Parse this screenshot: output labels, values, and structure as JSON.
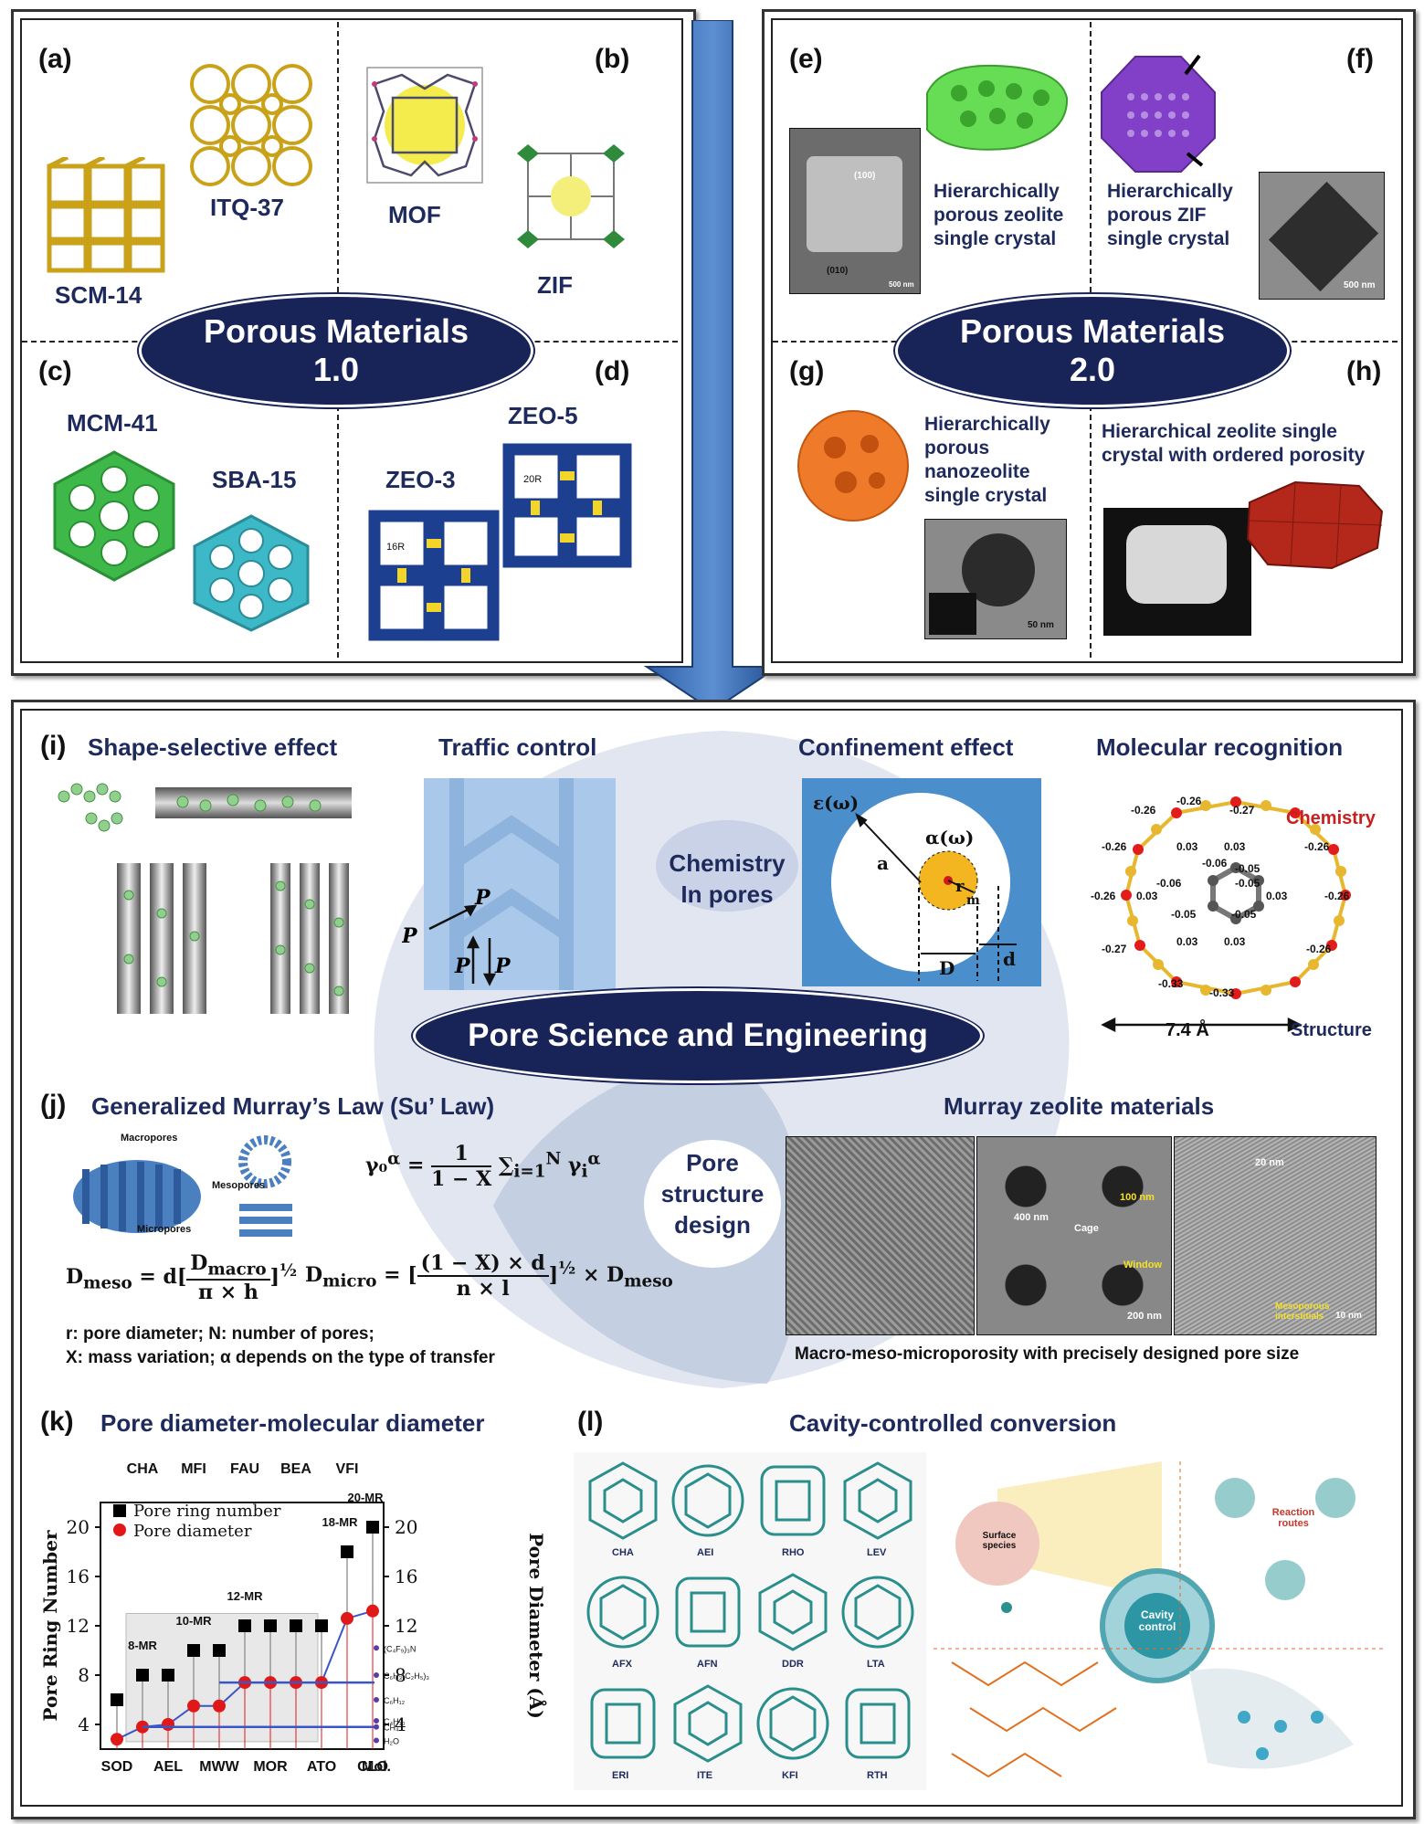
{
  "porous1": {
    "labels": [
      "(a)",
      "(b)",
      "(c)",
      "(d)"
    ],
    "materials": [
      "ITQ-37",
      "SCM-14",
      "MOF",
      "ZIF",
      "MCM-41",
      "SBA-15",
      "ZEO-3",
      "ZEO-5"
    ],
    "pore_labels": [
      "16R",
      "20R"
    ],
    "title_line1": "Porous Materials",
    "title_line2": "1.0"
  },
  "porous2": {
    "labels": [
      "(e)",
      "(f)",
      "(g)",
      "(h)"
    ],
    "captions": {
      "e": "Hierarchically porous zeolite single crystal",
      "f": "Hierarchically porous ZIF single crystal",
      "g": "Hierarchically porous nanozeolite single crystal",
      "h": "Hierarchical zeolite single crystal with ordered porosity"
    },
    "scale_e": "500 nm",
    "scale_f": "500 nm",
    "scale_g": "50 nm",
    "zone_e1": "(100)",
    "zone_e2": "(010)",
    "title_line1": "Porous Materials",
    "title_line2": "2.0"
  },
  "section_i": {
    "label": "(i)",
    "titles": [
      "Shape-selective effect",
      "Traffic control",
      "Confinement effect",
      "Molecular recognition"
    ],
    "center_text_line1": "Chemistry",
    "center_text_line2": "In pores",
    "traffic_labels": [
      "P",
      "P",
      "P",
      "P"
    ],
    "confinement": {
      "eps": "ε(ω)",
      "a": "a",
      "alpha": "α(ω)",
      "r": "r",
      "m": "m",
      "D": "D",
      "d": "d"
    },
    "recognition": {
      "chemistry": "Chemistry",
      "structure": "Structure",
      "distance": "7.4 Å",
      "charges": [
        "-0.26",
        "-0.26",
        "-0.27",
        "-0.26",
        "0.03",
        "0.03",
        "-0.06",
        "-0.05",
        "-0.26",
        "-0.06",
        "-0.05",
        "0.03",
        "0.03",
        "-0.26",
        "-0.05",
        "-0.05",
        "-0.26",
        "0.03",
        "0.03",
        "-0.27",
        "-0.33",
        "-0.33",
        "-0.26"
      ]
    }
  },
  "center_banner": "Pore Science and Engineering",
  "section_j": {
    "label": "(j)",
    "title_left": "Generalized Murray’s Law (Su’ Law)",
    "title_right": "Murray zeolite materials",
    "center_line1": "Pore",
    "center_line2": "structure",
    "center_line3": "design",
    "diagram_labels": [
      "Macropores",
      "Mesopores",
      "Micropores"
    ],
    "note_line1": "r: pore diameter; N: number of pores;",
    "note_line2": "X: mass variation; α depends on the type of transfer",
    "right_caption": "Macro-meso-microporosity with precisely designed pore size",
    "em_labels": [
      "400 nm",
      "Cage",
      "100 nm",
      "Window",
      "200 nm",
      "20 nm",
      "Mesoporous interstitials",
      "10 nm"
    ]
  },
  "section_k": {
    "label": "(k)",
    "title": "Pore diameter-molecular diameter"
  },
  "section_l": {
    "label": "(l)",
    "title": "Cavity-controlled conversion",
    "cages": [
      "CHA",
      "AEI",
      "RHO",
      "LEV",
      "AFX",
      "AFN",
      "DDR",
      "LTA",
      "ERI",
      "ITE",
      "KFI",
      "RTH"
    ],
    "center_badge": "Cavity control",
    "surface_species": "Surface species",
    "reaction_routes": "Reaction routes"
  },
  "chart_data": {
    "type": "scatter",
    "title": "",
    "xlabel": "",
    "ylabel": "Pore Ring Number",
    "ylabel_right": "Pore Diameter (Å)",
    "x_top_labels": [
      "CHA",
      "MFI",
      "FAU",
      "BEA",
      "VFI"
    ],
    "x_bottom_labels": [
      "SOD",
      "AEL",
      "MWW",
      "MOR",
      "ATO",
      "CLO",
      "Mol."
    ],
    "x": [
      "SOD",
      "CHA",
      "AEL",
      "MFI",
      "MWW",
      "FAU",
      "MOR",
      "BEA",
      "ATO",
      "VFI",
      "CLO"
    ],
    "ylim": [
      2,
      22
    ],
    "yticks": [
      4,
      8,
      12,
      16,
      20
    ],
    "legend": [
      "Pore ring number",
      "Pore diameter"
    ],
    "legend_placement": "top-left",
    "series": [
      {
        "name": "Pore ring number",
        "marker": "square",
        "color": "#000000",
        "values": [
          6,
          8,
          8,
          10,
          10,
          12,
          12,
          12,
          12,
          18,
          20
        ]
      },
      {
        "name": "Pore diameter",
        "marker": "circle",
        "color": "#e01818",
        "values": [
          2.8,
          3.8,
          4.0,
          5.5,
          5.5,
          7.4,
          7.4,
          7.4,
          7.4,
          12.6,
          13.2
        ]
      }
    ],
    "ring_annotations": [
      "8-MR",
      "10-MR",
      "12-MR",
      "18-MR",
      "20-MR"
    ],
    "molecules": [
      {
        "label": "(C₄F₉)₃N",
        "value": 10.2
      },
      {
        "label": "C₆H₃(C₂H₅)₃",
        "value": 8.0
      },
      {
        "label": "C₆H₁₂",
        "value": 6.0
      },
      {
        "label": "C₄H₁₀",
        "value": 4.3
      },
      {
        "label": "CH₄",
        "value": 3.8
      },
      {
        "label": "H₂O",
        "value": 2.7
      }
    ]
  }
}
